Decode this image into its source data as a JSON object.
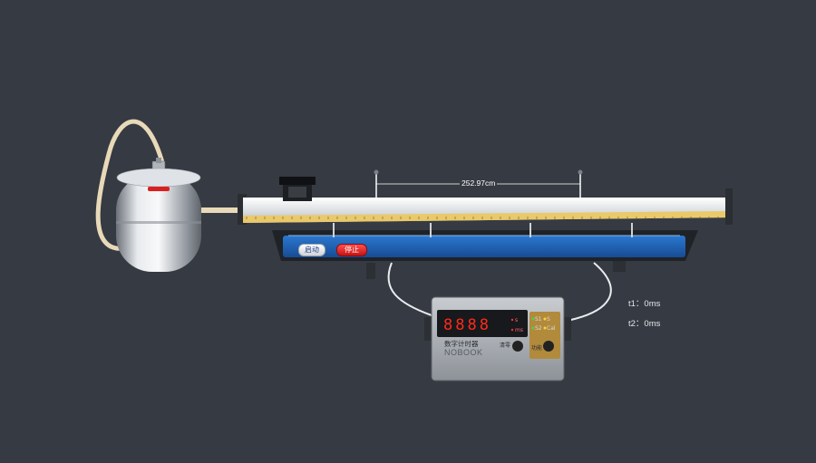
{
  "controls": {
    "start_label": "启动",
    "stop_label": "停止"
  },
  "measurement": {
    "distance_label": "252.97cm"
  },
  "timer": {
    "brand_cn": "数字计时器",
    "brand_en": "NOBOOK",
    "display": "8888",
    "reset_label": "清零",
    "mode_label": "功能",
    "mode_leds": [
      "S1",
      "S2",
      "S",
      "Cal"
    ],
    "unit_leds": [
      "s",
      "ms"
    ]
  },
  "readouts": {
    "t1": "t1：0ms",
    "t2": "t2：0ms"
  },
  "colors": {
    "background": "#363a42",
    "rail_blue": "#1f64b8",
    "display_red": "#ff2a1a",
    "panel_gold": "#b28a3c"
  }
}
